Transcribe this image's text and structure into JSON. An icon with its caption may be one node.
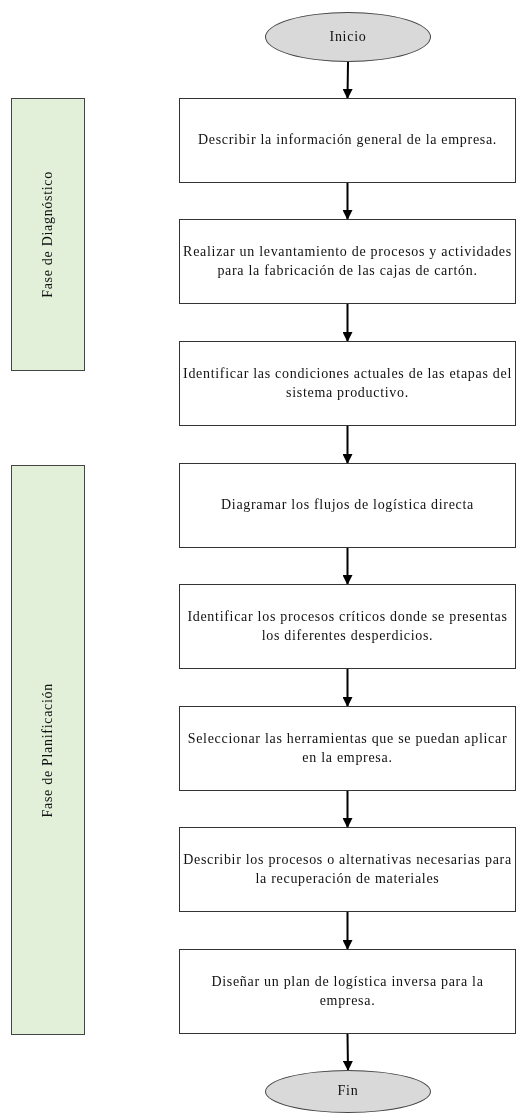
{
  "diagram": {
    "nodes": [
      {
        "text": [
          "Inicio"
        ]
      },
      {
        "text": [
          "Describir la información general de la empresa."
        ]
      },
      {
        "text": [
          "Realizar un levantamiento de procesos y actividades para la fabricación de las cajas de cartón."
        ]
      },
      {
        "text": [
          "Identificar las condiciones actuales de las etapas del sistema productivo."
        ]
      },
      {
        "text": [
          "Diagramar los flujos de logística directa"
        ]
      },
      {
        "text": [
          "Identificar los procesos críticos donde se presentas los diferentes desperdicios."
        ]
      },
      {
        "text": [
          "Seleccionar las herramientas que se puedan aplicar en la empresa."
        ]
      },
      {
        "text": [
          "Describir los procesos o alternativas necesarias para la recuperación de materiales"
        ]
      },
      {
        "text": [
          "Diseñar un plan de logística inversa para la empresa."
        ]
      },
      {
        "text": [
          "Fin"
        ]
      },
      {
        "text": [
          "Fase de Diagnóstico"
        ]
      },
      {
        "text": [
          "Fase de Planificación"
        ]
      }
    ],
    "edges": [
      {
        "from": 0,
        "to": 1,
        "arrow": "to"
      },
      {
        "from": 1,
        "to": 2,
        "arrow": "to"
      },
      {
        "from": 2,
        "to": 3,
        "arrow": "to"
      },
      {
        "from": 3,
        "to": 4,
        "arrow": "to"
      },
      {
        "from": 4,
        "to": 5,
        "arrow": "to"
      },
      {
        "from": 5,
        "to": 6,
        "arrow": "to"
      },
      {
        "from": 6,
        "to": 7,
        "arrow": "to"
      },
      {
        "from": 7,
        "to": 8,
        "arrow": "to"
      },
      {
        "from": 8,
        "to": 9,
        "arrow": "to"
      }
    ]
  }
}
